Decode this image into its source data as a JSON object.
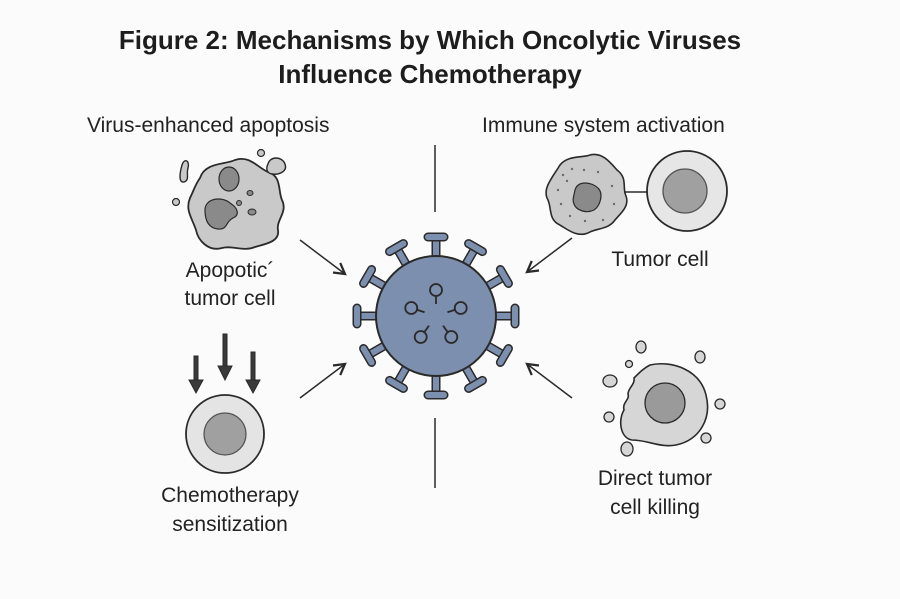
{
  "title": {
    "line1": "Figure 2: Mechanisms by Which Oncolytic Viruses",
    "line2": "Influence Chemotherapy"
  },
  "sections": {
    "apoptosis": {
      "heading": "Virus-enhanced apoptosis",
      "cell_label_line1": "Apopotic´",
      "cell_label_line2": "tumor cell"
    },
    "immune": {
      "heading": "Immune system activation",
      "cell_label": "Tumor cell"
    },
    "chemo": {
      "label_line1": "Chemotherapy",
      "label_line2": "sensitization"
    },
    "killing": {
      "label_line1": "Direct tumor",
      "label_line2": "cell killing"
    }
  },
  "center": {
    "name": "oncolytic-virus"
  },
  "colors": {
    "virus_fill": "#7d8fae",
    "cell_fill": "#c9c9c9",
    "cell_light": "#e6e6e6",
    "nucleus": "#9a9a9a",
    "stroke": "#2a2a2a"
  }
}
